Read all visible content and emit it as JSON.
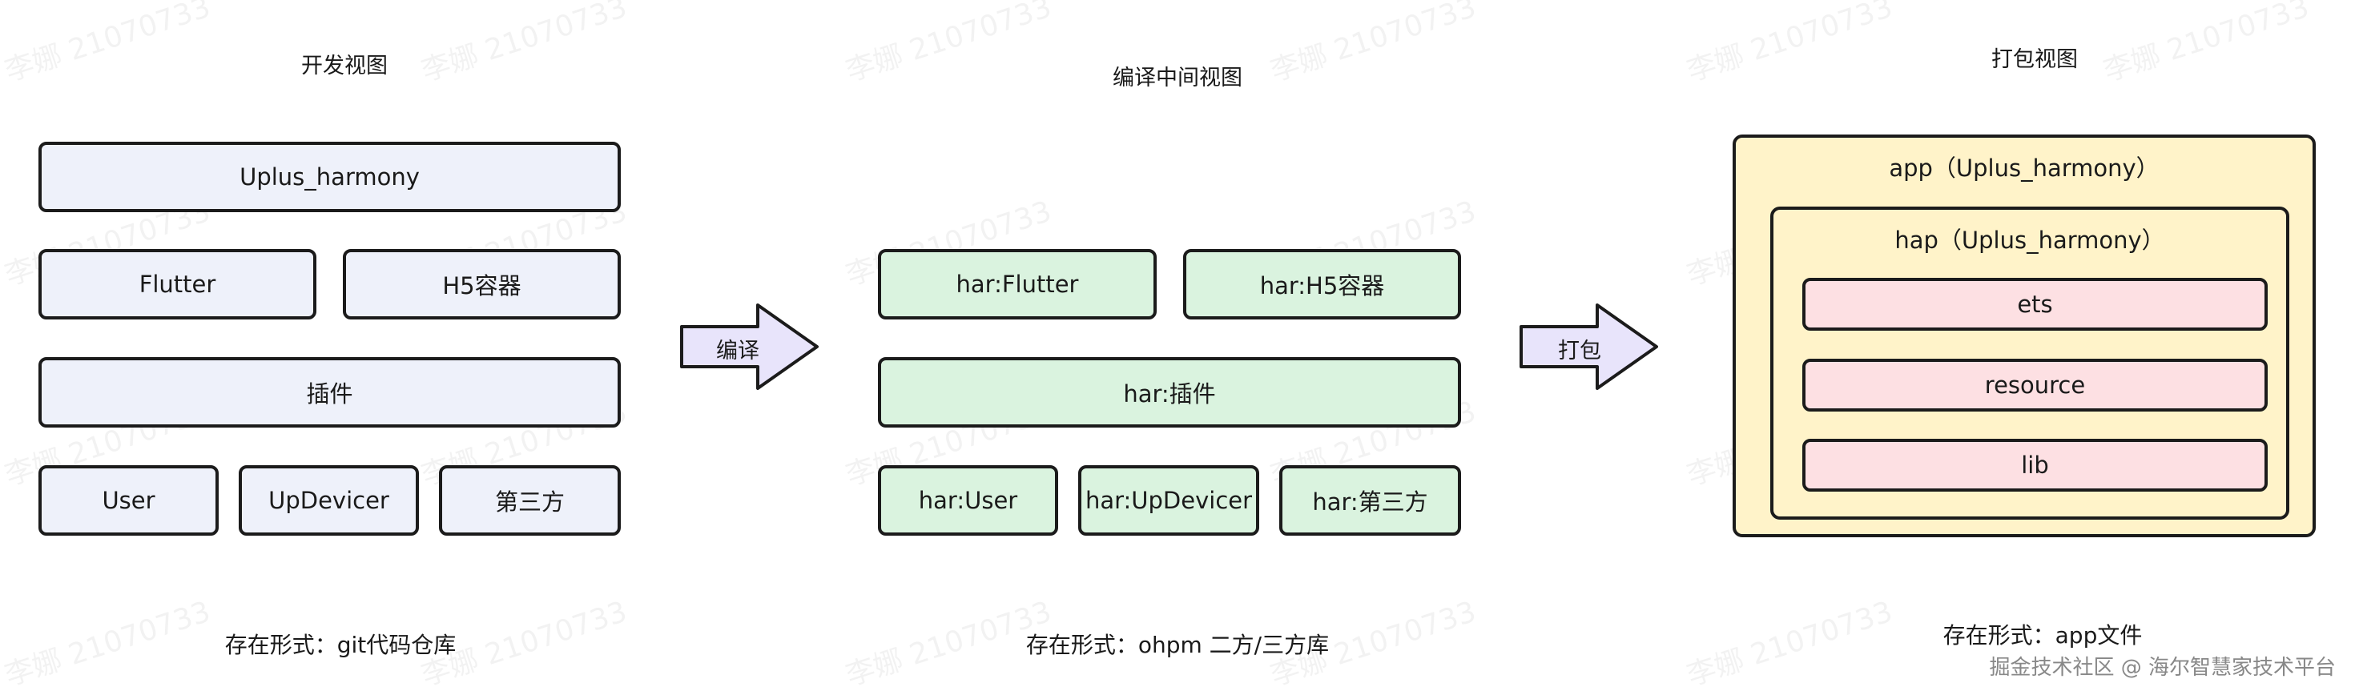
{
  "watermark": "李娜 21070733",
  "sections": {
    "dev": {
      "title": "开发视图",
      "caption": "存在形式：git代码仓库",
      "boxes": [
        "Uplus_harmony",
        "Flutter",
        "H5容器",
        "插件",
        "User",
        "UpDevicer",
        "第三方"
      ]
    },
    "compile": {
      "title": "编译中间视图",
      "caption": "存在形式：ohpm 二方/三方库",
      "boxes": [
        "har:Flutter",
        "har:H5容器",
        "har:插件",
        "har:User",
        "har:UpDevicer",
        "har:第三方"
      ]
    },
    "pack": {
      "title": "打包视图",
      "caption": "存在形式：app文件",
      "app_label": "app（Uplus_harmony）",
      "hap_label": "hap（Uplus_harmony）",
      "items": [
        "ets",
        "resource",
        "lib"
      ]
    }
  },
  "arrows": {
    "compile_label": "编译",
    "pack_label": "打包"
  },
  "credit": "掘金技术社区 @ 海尔智慧家技术平台",
  "colors": {
    "dev_fill": "#eef1fa",
    "compile_fill": "#daf3df",
    "pack_container_fill": "#fff3c9",
    "pack_item_fill": "#fde0e3",
    "arrow_fill": "#e8e4fb"
  }
}
